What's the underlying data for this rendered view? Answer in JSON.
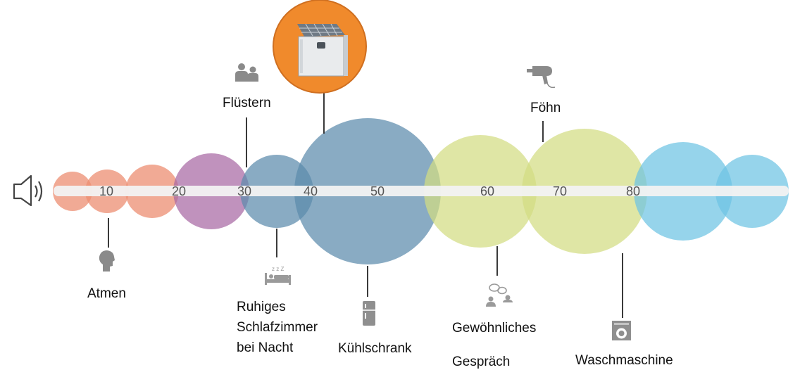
{
  "scale": {
    "ticks": [
      "10",
      "20",
      "30",
      "40",
      "50",
      "60",
      "70",
      "80"
    ]
  },
  "labels": {
    "breathing": "Atmen",
    "whisper": "Flüstern",
    "quiet_bedroom": [
      "Ruhiges",
      "Schlafzimmer",
      "bei Nacht"
    ],
    "fridge": "Kühlschrank",
    "conversation": [
      "Gewöhnliches",
      "Gespräch"
    ],
    "hairdryer": "Föhn",
    "washing_machine": "Waschmaschine"
  },
  "colors": {
    "salmon": "#ec8d72",
    "purple": "#a768a4",
    "steel_blue": "#5b8bac",
    "lime": "#d3dc82",
    "sky_blue": "#6ec3e3",
    "highlight_orange": "#f08a2c",
    "bar": "#f2f2f2",
    "icon_gray": "#8a8a8a"
  },
  "icons": {
    "speaker": "speaker-icon",
    "product": "solar-generator-box-icon",
    "whisper": "people-icon",
    "breathing": "head-icon",
    "bed": "bed-icon",
    "fridge": "fridge-icon",
    "conversation": "chat-people-icon",
    "hairdryer": "hairdryer-icon",
    "washer": "washing-machine-icon"
  }
}
